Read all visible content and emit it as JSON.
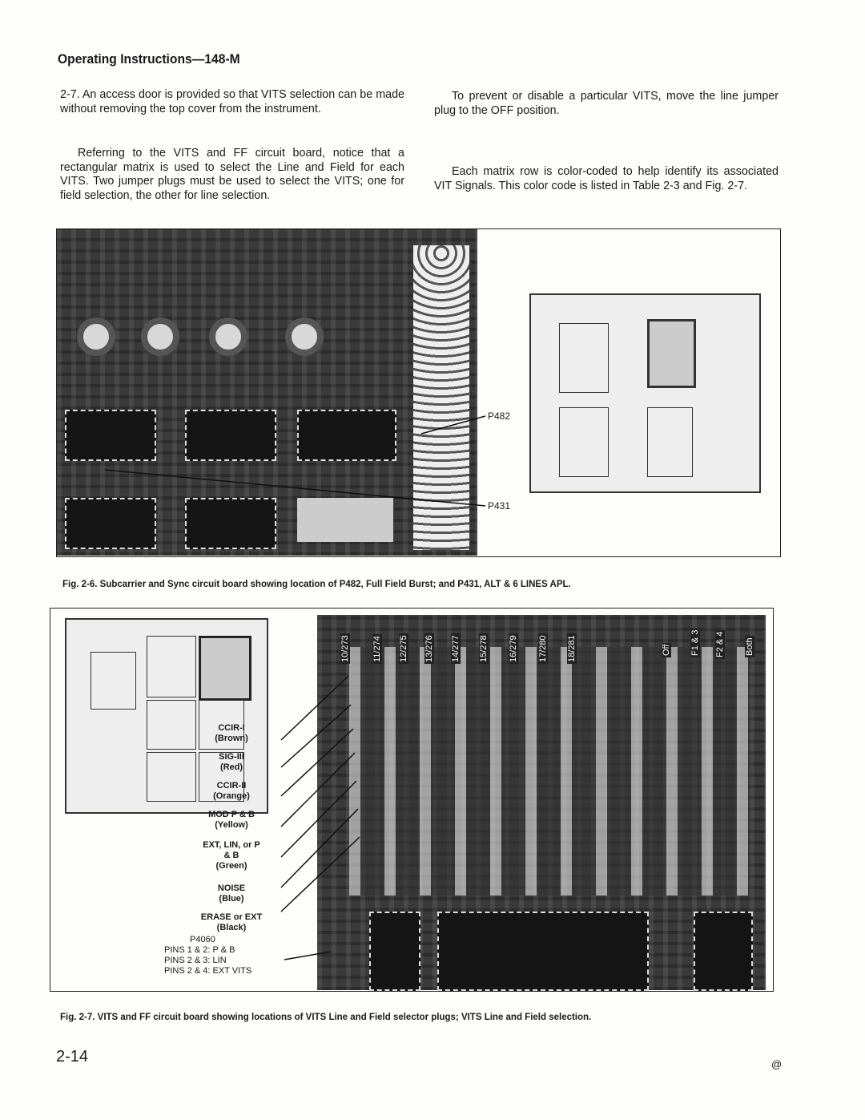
{
  "header": {
    "title": "Operating Instructions—148-M"
  },
  "left_column": {
    "p1": "2-7. An access door is provided so that VITS selection can be made without removing the top cover from the instrument.",
    "p2": "Referring to the VITS and FF circuit board, notice that a rectangular matrix is used to select the Line and Field for each VITS. Two jumper plugs must be used to select the VITS; one for field selection, the other for line selection."
  },
  "right_column": {
    "p1": "To prevent or disable a particular VITS, move the line jumper plug to the OFF position.",
    "p2": "Each matrix row is color-coded to help identify its associated VIT Signals. This color code is listed in Table 2-3 and Fig. 2-7."
  },
  "fig26": {
    "labels": {
      "p482": "P482",
      "p431": "P431"
    },
    "caption": "Fig. 2-6. Subcarrier and Sync circuit board showing location of P482, Full Field Burst; and P431, ALT & 6 LINES APL."
  },
  "fig27": {
    "callouts": [
      {
        "name": "CCIR-I",
        "color": "(Brown)"
      },
      {
        "name": "SIG-III",
        "color": "(Red)"
      },
      {
        "name": "CCIR-II",
        "color": "(Orange)"
      },
      {
        "name": "MOD P & B",
        "color": "(Yellow)"
      },
      {
        "name": "EXT, LIN, or P & B",
        "color": "(Green)"
      },
      {
        "name": "NOISE",
        "color": "(Blue)"
      },
      {
        "name": "ERASE or EXT",
        "color": "(Black)"
      }
    ],
    "plug": {
      "name": "P4060",
      "pins": [
        "PINS 1 & 2: P & B",
        "PINS 2 & 3: LIN",
        "PINS 2 & 4: EXT VITS"
      ]
    },
    "columns": [
      "10/273",
      "11/274",
      "12/275",
      "13/276",
      "14/277",
      "15/278",
      "16/279",
      "17/280",
      "18/281",
      "Off",
      "F1 & 3",
      "F2 & 4",
      "Both"
    ],
    "caption": "Fig. 2-7. VITS and FF circuit board showing locations of VITS Line and Field selector plugs; VITS Line and Field selection."
  },
  "footer": {
    "page_number": "2-14",
    "mark": "@"
  }
}
